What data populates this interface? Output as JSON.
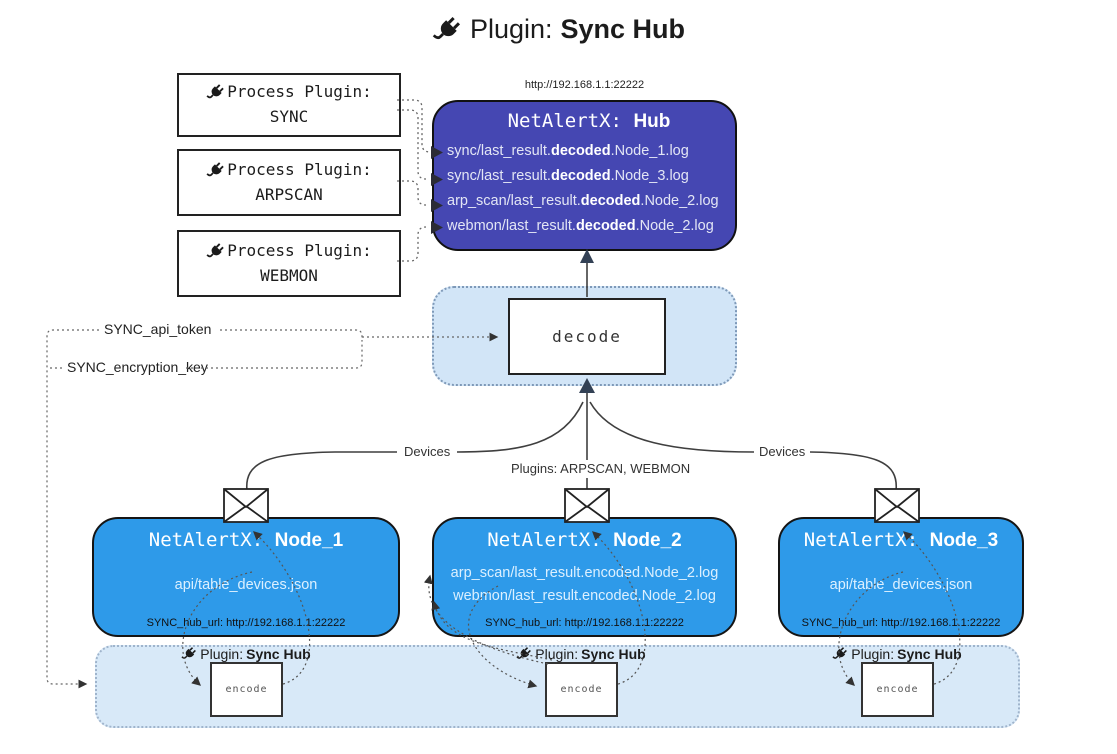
{
  "title": {
    "prefix": "Plugin:",
    "name": "Sync Hub"
  },
  "hub": {
    "url": "http://192.168.1.1:22222",
    "title_prefix": "NetAlertX:",
    "title_name": "Hub",
    "log_lines": [
      {
        "pre": "sync/last_result.",
        "bold": "decoded",
        "post": ".Node_1.log"
      },
      {
        "pre": "sync/last_result.",
        "bold": "decoded",
        "post": ".Node_3.log"
      },
      {
        "pre": "arp_scan/last_result.",
        "bold": "decoded",
        "post": ".Node_2.log"
      },
      {
        "pre": "webmon/last_result.",
        "bold": "decoded",
        "post": ".Node_2.log"
      }
    ]
  },
  "process_plugins": [
    {
      "label": "Process Plugin:",
      "name": "SYNC"
    },
    {
      "label": "Process Plugin:",
      "name": "ARPSCAN"
    },
    {
      "label": "Process Plugin:",
      "name": "WEBMON"
    }
  ],
  "settings": {
    "api_token": "SYNC_api_token",
    "encryption_key": "SYNC_encryption_key"
  },
  "decode_box": {
    "label": "decode"
  },
  "edge_labels": {
    "devices_left": "Devices",
    "devices_right": "Devices",
    "plugins_mid": "Plugins: ARPSCAN, WEBMON"
  },
  "nodes": [
    {
      "title_prefix": "NetAlertX:",
      "title_name": "Node_1",
      "files": [
        "api/table_devices.json"
      ],
      "hub_url": "SYNC_hub_url: http://192.168.1.1:22222"
    },
    {
      "title_prefix": "NetAlertX:",
      "title_name": "Node_2",
      "files": [
        "arp_scan/last_result.encoded.Node_2.log",
        "webmon/last_result.encoded.Node_2.log"
      ],
      "hub_url": "SYNC_hub_url: http://192.168.1.1:22222"
    },
    {
      "title_prefix": "NetAlertX:",
      "title_name": "Node_3",
      "files": [
        "api/table_devices.json"
      ],
      "hub_url": "SYNC_hub_url: http://192.168.1.1:22222"
    }
  ],
  "encode_band": {
    "plugin_prefix": "Plugin:",
    "plugin_name": "Sync Hub",
    "encode_label": "encode"
  },
  "colors": {
    "hub_bg": "#4547B2",
    "node_bg": "#2E9AE9",
    "panel_bg": "#D2E5F7",
    "band_bg": "#D8E9F8",
    "arrow_dark": "#334155",
    "line": "#555555"
  }
}
